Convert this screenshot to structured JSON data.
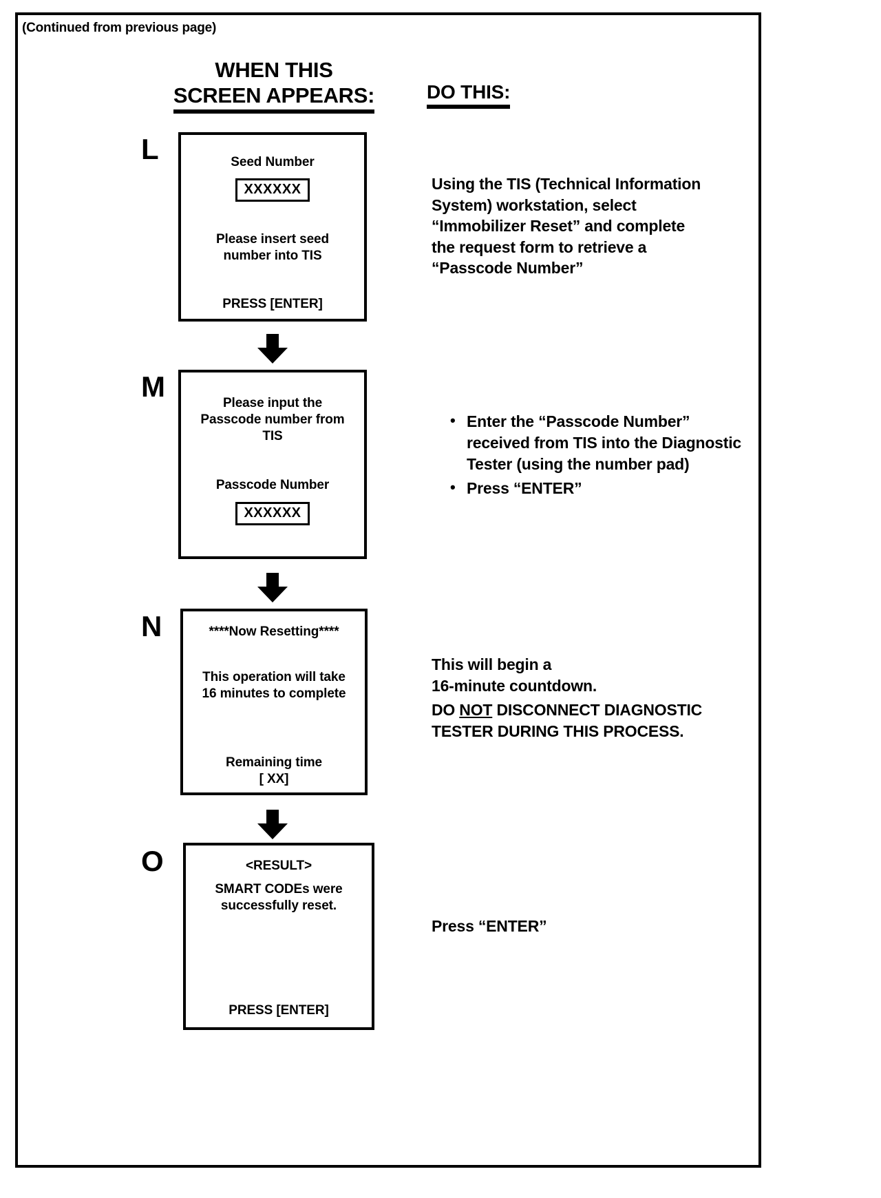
{
  "page": {
    "continued_note": "(Continued from previous page)",
    "heading_left_line1": "WHEN THIS",
    "heading_left_line2": "SCREEN APPEARS:",
    "heading_right": "DO THIS:"
  },
  "steps": [
    {
      "letter": "L",
      "screen": {
        "title": "Seed Number",
        "field_value": "XXXXXX",
        "message_line1": "Please insert seed",
        "message_line2": "number into TIS",
        "footer": "PRESS [ENTER]"
      },
      "instruction": {
        "type": "paragraph",
        "lines": [
          "Using the TIS (Technical Information",
          "System) workstation, select",
          "“Immobilizer Reset” and complete",
          "the request form to retrieve a",
          "“Passcode Number”"
        ]
      }
    },
    {
      "letter": "M",
      "screen": {
        "message_line1": "Please input the",
        "message_line2": "Passcode number from",
        "message_line3": "TIS",
        "title": "Passcode Number",
        "field_value": "XXXXXX"
      },
      "instruction": {
        "type": "bullets",
        "items": [
          "Enter the “Passcode Number” received from TIS into the Diagnostic Tester (using the number pad)",
          "Press “ENTER”"
        ]
      }
    },
    {
      "letter": "N",
      "screen": {
        "title": "****Now Resetting****",
        "message_line1": "This operation will take",
        "message_line2": "16 minutes to complete",
        "footer_line1": "Remaining time",
        "footer_line2": "[ XX]"
      },
      "instruction": {
        "type": "paragraph-warning",
        "lines": [
          "This will begin a",
          "16-minute countdown."
        ],
        "warning_pre": "DO ",
        "warning_underlined": "NOT",
        "warning_post": " DISCONNECT DIAGNOSTIC",
        "warning_line2": "TESTER DURING THIS PROCESS."
      }
    },
    {
      "letter": "O",
      "screen": {
        "title": "<RESULT>",
        "message_line1": "SMART CODEs were",
        "message_line2": "successfully reset.",
        "footer": "PRESS [ENTER]"
      },
      "instruction": {
        "type": "paragraph",
        "lines": [
          "Press “ENTER”"
        ]
      }
    }
  ],
  "icons": {
    "flow_arrow": "down-arrow-icon"
  },
  "colors": {
    "ink": "#000000",
    "paper": "#ffffff"
  }
}
